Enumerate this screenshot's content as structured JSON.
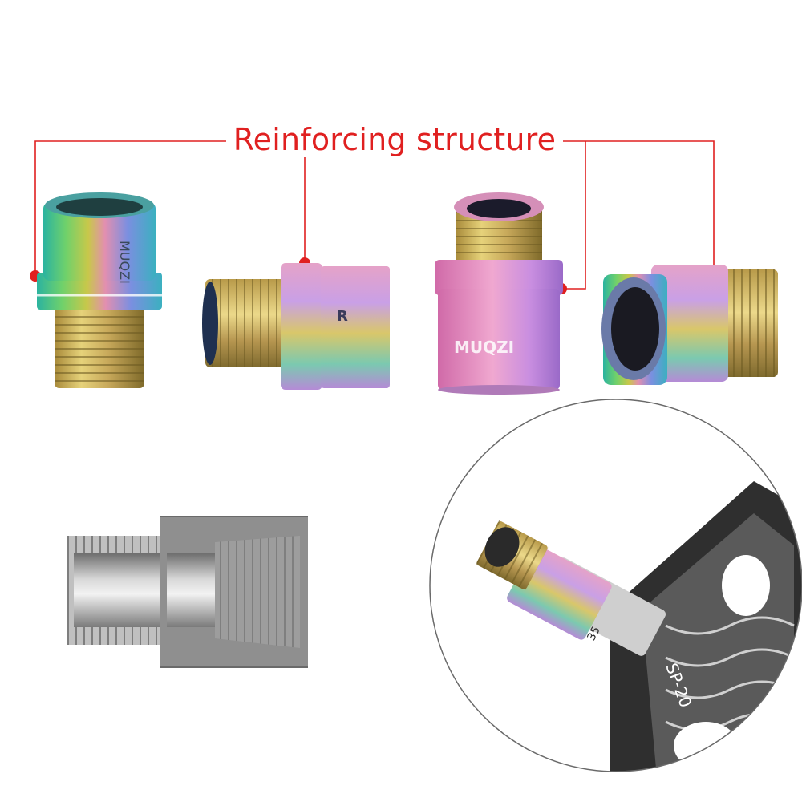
{
  "headline": "Reinforcing structure",
  "brand_marks": {
    "logo_text": "MUQZI",
    "engraving_side": "R",
    "pedal_model": "SP-20",
    "pedal_size": "35"
  },
  "colors": {
    "annotation_red": "#e02020",
    "gray_section": "#8c8c8c",
    "pedal_dark": "#3a3a3a"
  },
  "items": [
    {
      "name": "adapter-upright-female-top"
    },
    {
      "name": "adapter-horizontal-male-left"
    },
    {
      "name": "adapter-upright-male-top"
    },
    {
      "name": "adapter-horizontal-female-left"
    }
  ],
  "icons": [
    "callout-dot",
    "cross-section-diagram",
    "pedal-closeup-circle"
  ]
}
